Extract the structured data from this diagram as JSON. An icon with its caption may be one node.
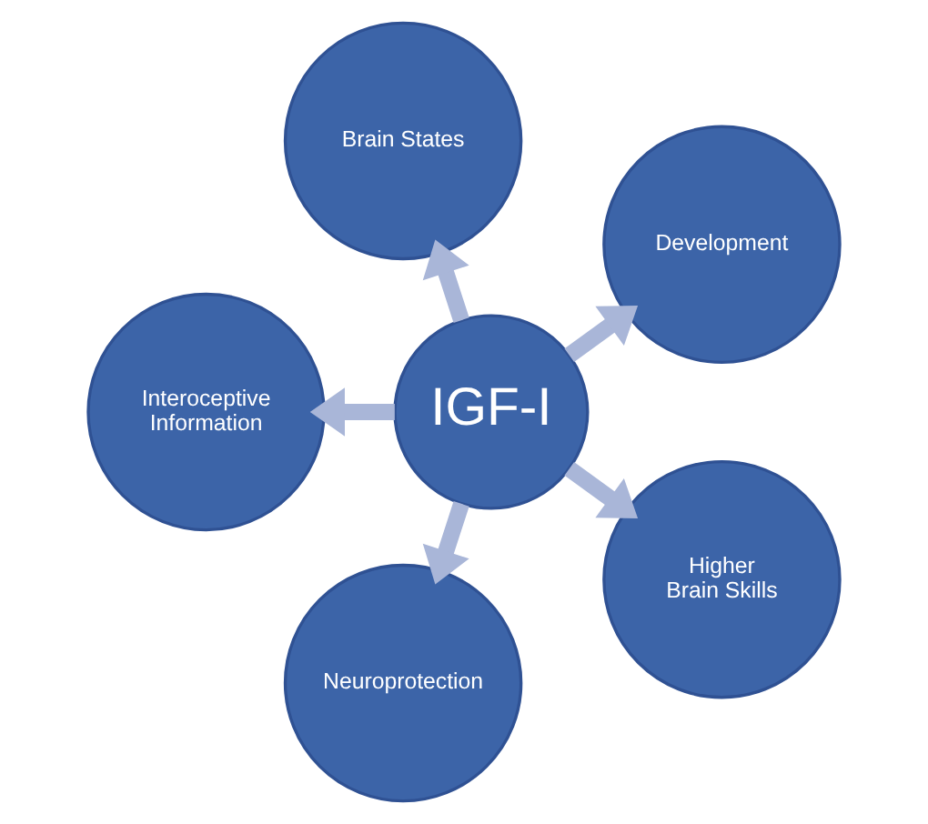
{
  "diagram": {
    "nodes": [
      {
        "text": [
          "IGF-I"
        ]
      },
      {
        "text": [
          "Development"
        ]
      },
      {
        "text": [
          "Brain States"
        ]
      },
      {
        "text": [
          "Interoceptive Information"
        ]
      },
      {
        "text": [
          "Neuroprotection"
        ]
      },
      {
        "text": [
          "Higher Brain Skills"
        ]
      }
    ],
    "edges": [
      {
        "from": 0,
        "to": 1,
        "arrow": "to"
      },
      {
        "from": 0,
        "to": 2,
        "arrow": "to"
      },
      {
        "from": 0,
        "to": 3,
        "arrow": "to"
      },
      {
        "from": 0,
        "to": 4,
        "arrow": "to"
      },
      {
        "from": 0,
        "to": 5,
        "arrow": "to"
      }
    ]
  }
}
